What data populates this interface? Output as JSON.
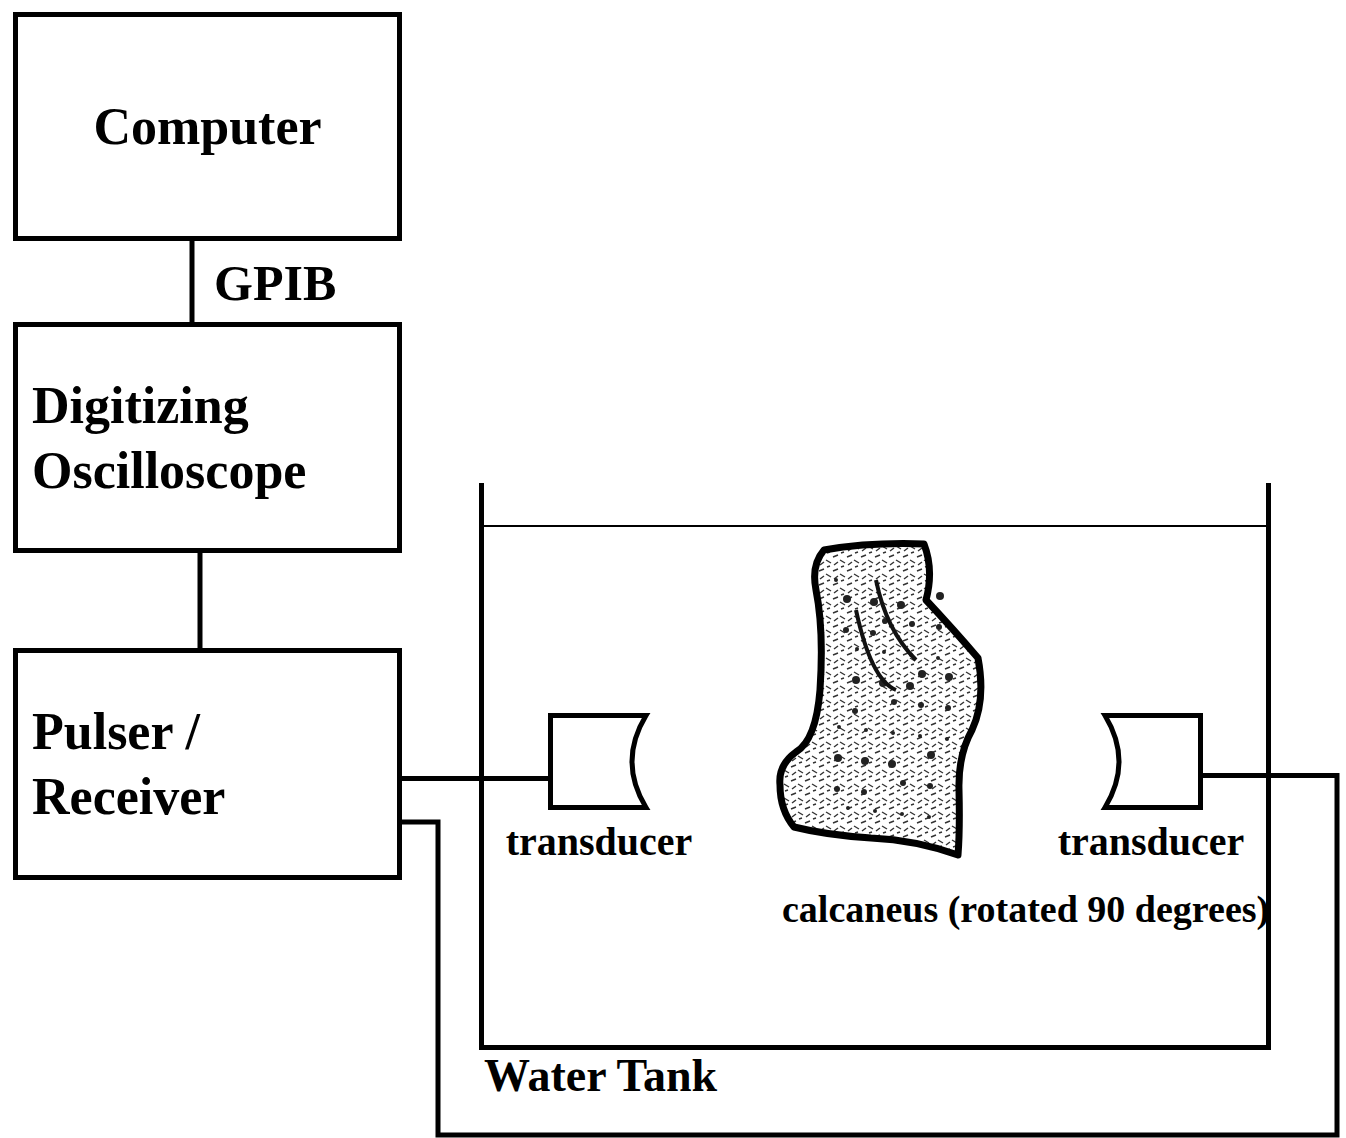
{
  "diagram": {
    "nodes": [
      {
        "text": [
          "Computer"
        ]
      },
      {
        "text": [
          "Digitizing Oscilloscope"
        ]
      },
      {
        "text": [
          "Pulser / Receiver"
        ]
      },
      {
        "text": [
          "Water Tank"
        ]
      },
      {
        "text": [
          "transducer"
        ],
        "in": 3
      },
      {
        "text": [
          "calcaneus (rotated 90 degrees)"
        ],
        "in": 3
      },
      {
        "text": [
          "transducer"
        ],
        "in": 3
      }
    ],
    "edges": [
      {
        "from": 0,
        "to": 1,
        "arrow": "none",
        "label": "GPIB"
      },
      {
        "from": 1,
        "to": 2,
        "arrow": "none"
      },
      {
        "from": 2,
        "to": 4,
        "arrow": "none"
      },
      {
        "from": 2,
        "to": 6,
        "arrow": "none"
      }
    ]
  }
}
